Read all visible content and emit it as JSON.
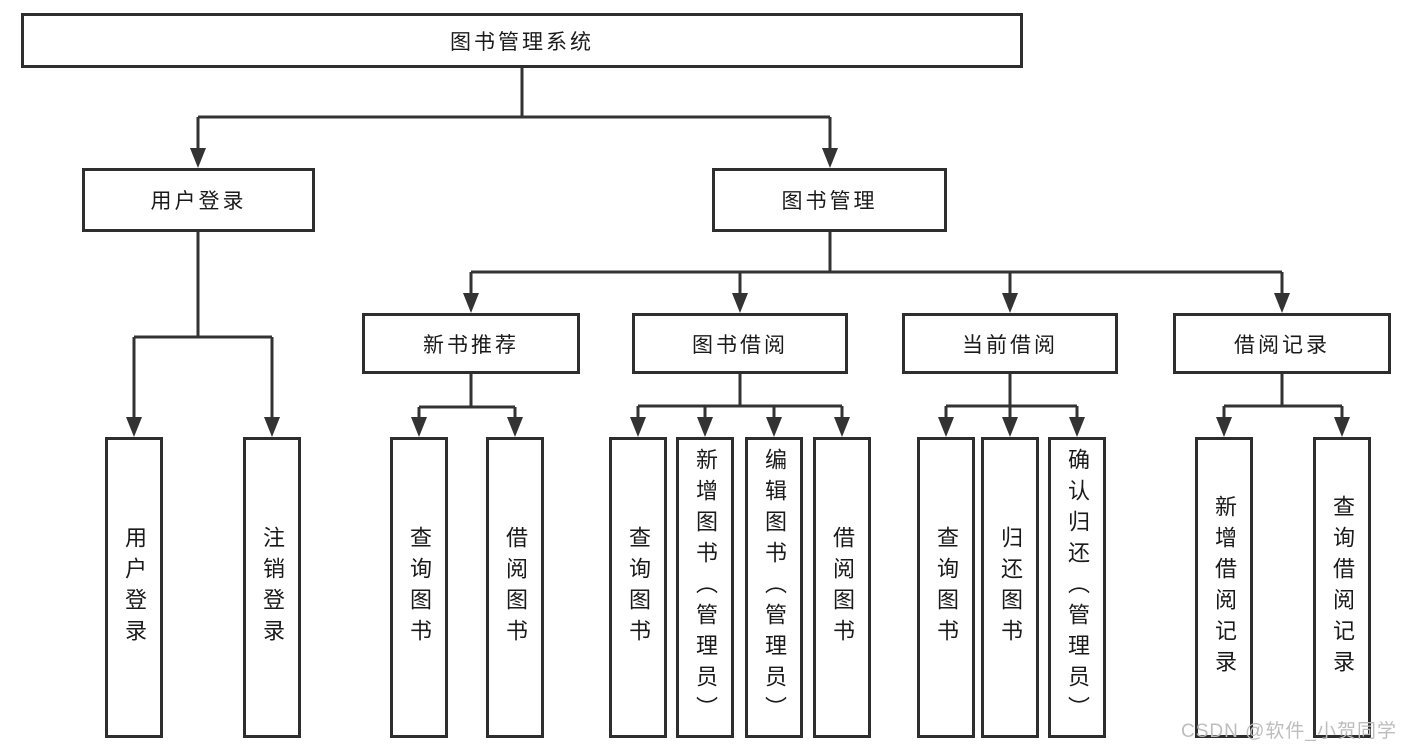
{
  "diagram": {
    "root": "图书管理系统",
    "level1": {
      "user_login": "用户登录",
      "book_mgmt": "图书管理"
    },
    "level2": {
      "new_book_rec": "新书推荐",
      "book_borrow": "图书借阅",
      "current_borrow": "当前借阅",
      "borrow_records": "借阅记录"
    },
    "leaves": {
      "ul_user_login": "用户登录",
      "ul_logout": "注销登录",
      "nbr_query_books": "查询图书",
      "nbr_borrow_books": "借阅图书",
      "bb_query_books": "查询图书",
      "bb_add_books": "新增图书（管理员）",
      "bb_edit_books": "编辑图书（管理员）",
      "bb_borrow_books": "借阅图书",
      "cb_query_books": "查询图书",
      "cb_return_books": "归还图书",
      "cb_confirm_return": "确认归还（管理员）",
      "br_add_record": "新增借阅记录",
      "br_query_record": "查询借阅记录"
    }
  },
  "watermark": "CSDN @软件_小贺同学",
  "colors": {
    "line": "#333333",
    "box_border": "#2e2e2e",
    "text": "#1a1a1a",
    "background": "#ffffff",
    "watermark": "#bdbdbd"
  }
}
